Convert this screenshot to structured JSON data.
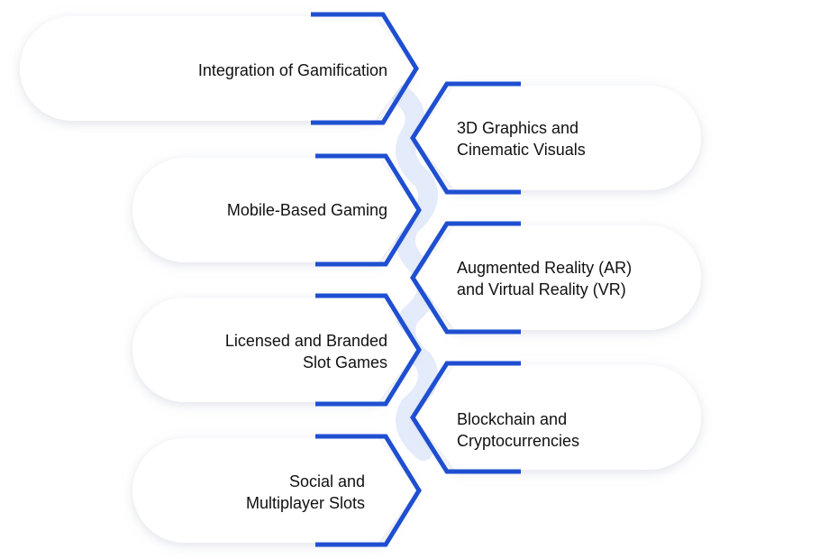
{
  "colors": {
    "accent": "#1f4fd1",
    "card_fill": "#ffffff",
    "card_shadow": "#e6e9ef",
    "connector": "#e4ebfa",
    "text": "#111111"
  },
  "items": [
    {
      "label": "Integration of Gamification"
    },
    {
      "label": "3D Graphics and\nCinematic Visuals"
    },
    {
      "label": "Mobile-Based Gaming"
    },
    {
      "label": "Augmented Reality (AR)\nand Virtual Reality (VR)"
    },
    {
      "label": "Licensed and Branded\nSlot Games"
    },
    {
      "label": "Blockchain and\nCryptocurrencies"
    },
    {
      "label": "Social and\nMultiplayer Slots"
    }
  ]
}
